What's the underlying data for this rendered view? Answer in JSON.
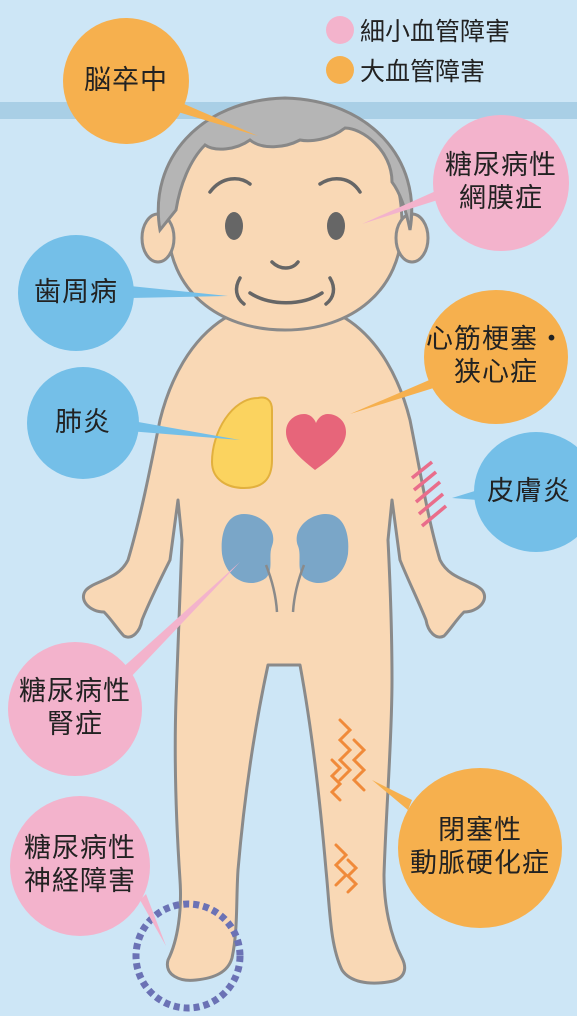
{
  "legend": {
    "micro": {
      "label": "細小血管障害",
      "color": "#f3b3cc"
    },
    "macro": {
      "label": "大血管障害",
      "color": "#f6b04e"
    }
  },
  "labels": {
    "stroke": "脳卒中",
    "retinopathy": [
      "糖尿病性",
      "網膜症"
    ],
    "periodontal": "歯周病",
    "heart": [
      "心筋梗塞・",
      "狭心症"
    ],
    "pneumonia": "肺炎",
    "dermatitis": "皮膚炎",
    "nephropathy": [
      "糖尿病性",
      "腎症"
    ],
    "pad": [
      "閉塞性",
      "動脈硬化症"
    ],
    "neuropathy": [
      "糖尿病性",
      "神経障害"
    ]
  },
  "colors": {
    "macrovascular": "#f6b04e",
    "microvascular": "#f3b3cc",
    "other": "#74bfe8",
    "skin": "#f9d8b5",
    "hair": "#b5b5b5",
    "lung": "#fbd35f",
    "heart": "#e7657a",
    "kidney": "#7aa6c8"
  }
}
